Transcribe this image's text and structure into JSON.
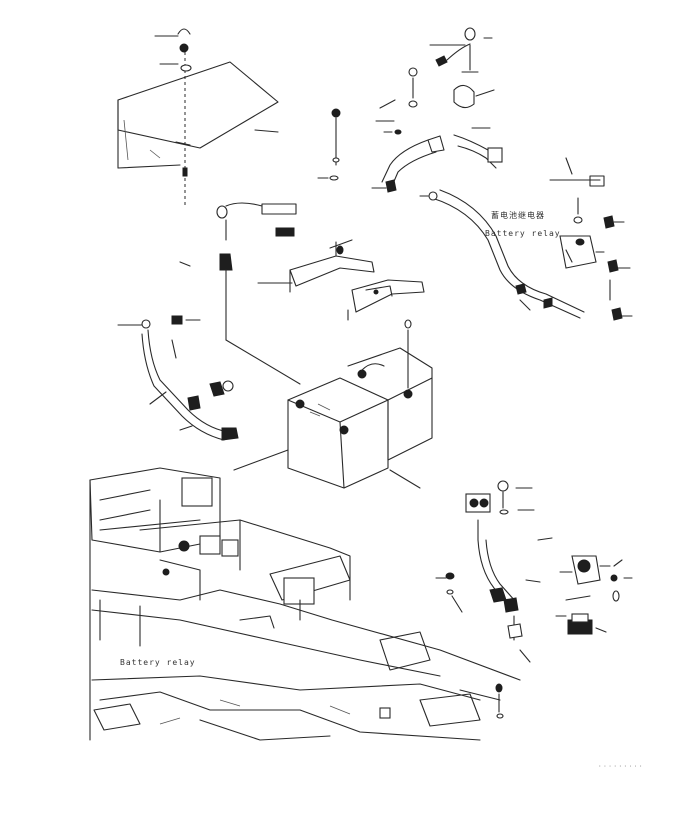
{
  "labels": {
    "battery_relay_jp": "蓄电池继电器",
    "battery_relay_en": "Battery relay",
    "frame_label": "Battery relay"
  },
  "drawing_code": "·········",
  "colors": {
    "ink": "#2a2a2a",
    "paper": "#ffffff"
  }
}
